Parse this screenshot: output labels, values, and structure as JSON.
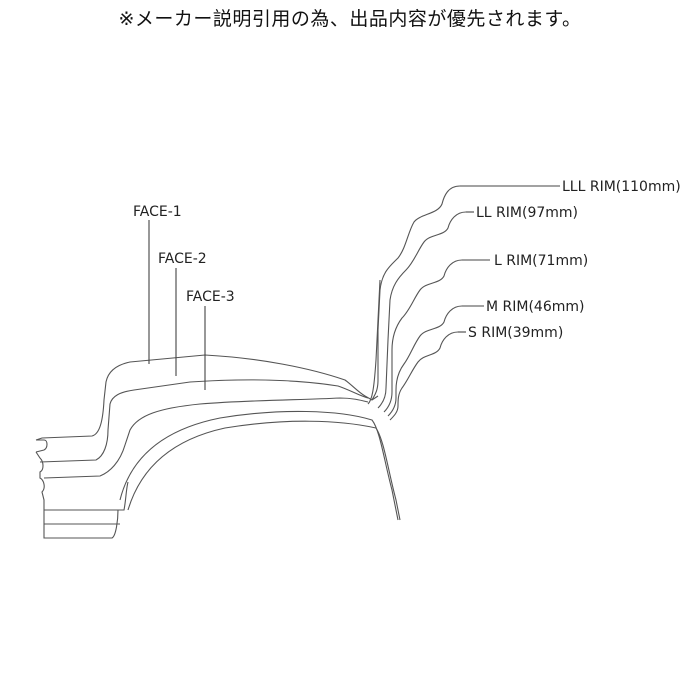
{
  "notice": "※メーカー説明引用の為、出品内容が優先されます。",
  "faces": [
    {
      "label": "FACE-1"
    },
    {
      "label": "FACE-2"
    },
    {
      "label": "FACE-3"
    }
  ],
  "rims": [
    {
      "label": "LLL RIM(110mm)"
    },
    {
      "label": "LL RIM(97mm)"
    },
    {
      "label": "L RIM(71mm)"
    },
    {
      "label": "M RIM(46mm)"
    },
    {
      "label": "S RIM(39mm)"
    }
  ]
}
